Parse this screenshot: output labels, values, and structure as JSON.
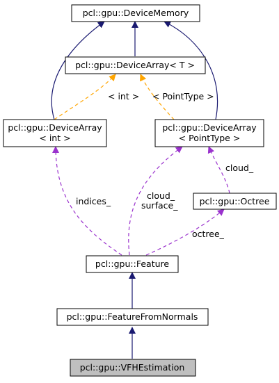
{
  "colors": {
    "background": "#ffffff",
    "node_fill": "#ffffff",
    "node_fill_highlight": "#bfbfbf",
    "node_border": "#000000",
    "inheritance_edge": "#191970",
    "template_edge": "#ffa500",
    "member_edge": "#9a32cd"
  },
  "nodes": {
    "device_memory": {
      "lines": [
        "pcl::gpu::DeviceMemory"
      ]
    },
    "device_array_t": {
      "lines": [
        "pcl::gpu::DeviceArray< T >"
      ]
    },
    "device_array_int": {
      "lines": [
        "pcl::gpu::DeviceArray",
        "< int >"
      ]
    },
    "device_array_pointtype": {
      "lines": [
        "pcl::gpu::DeviceArray",
        "< PointType >"
      ]
    },
    "octree": {
      "lines": [
        "pcl::gpu::Octree"
      ]
    },
    "feature": {
      "lines": [
        "pcl::gpu::Feature"
      ]
    },
    "feature_from_normals": {
      "lines": [
        "pcl::gpu::FeatureFromNormals"
      ]
    },
    "vfh_estimation": {
      "lines": [
        "pcl::gpu::VFHEstimation"
      ]
    }
  },
  "edge_labels": {
    "int": "< int >",
    "pointtype": "< PointType >",
    "cloud": "cloud_",
    "indices": "indices_",
    "cloud_surface": [
      "cloud_",
      "surface_"
    ],
    "octree": "octree_"
  }
}
